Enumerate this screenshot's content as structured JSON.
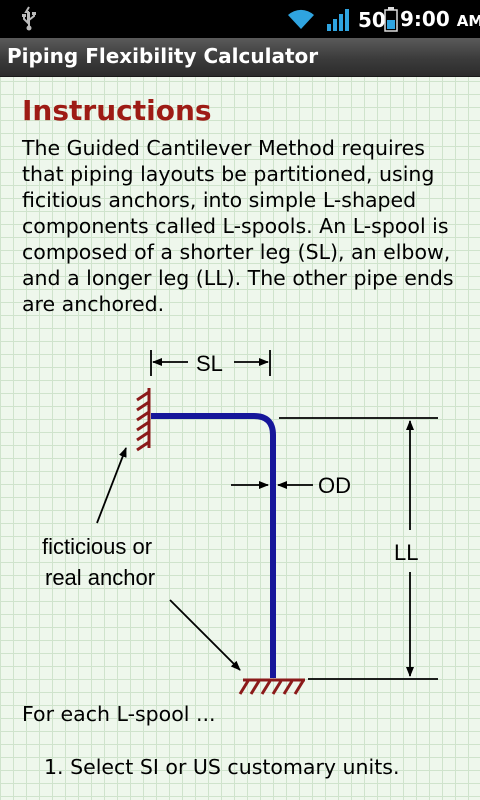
{
  "status_bar": {
    "battery_level": "50",
    "time": "9:00",
    "ampm": "AM",
    "icons": [
      "usb-icon",
      "wifi-icon",
      "signal-icon",
      "battery-icon"
    ]
  },
  "app": {
    "title": "Piping Flexibility Calculator"
  },
  "instructions": {
    "heading": "Instructions",
    "intro": "The Guided Cantilever Method requires that piping layouts be partitioned, using ficitious anchors, into simple L-shaped components called L-spools. An L-spool is composed of a shorter leg (SL), an elbow, and a longer leg (LL). The other pipe ends are anchored.",
    "diagram": {
      "sl_label": "SL",
      "od_label": "OD",
      "ll_label": "LL",
      "anchor_label_line1": "ficticious or",
      "anchor_label_line2": "real anchor",
      "pipe_color": "#16169a",
      "anchor_color": "#8b1a1a"
    },
    "for_each": "For each L-spool ...",
    "steps": [
      "1. Select SI or US customary units."
    ]
  },
  "colors": {
    "heading": "#9e1b15",
    "background": "#eef7ec",
    "grid": "#cfe3cc"
  }
}
